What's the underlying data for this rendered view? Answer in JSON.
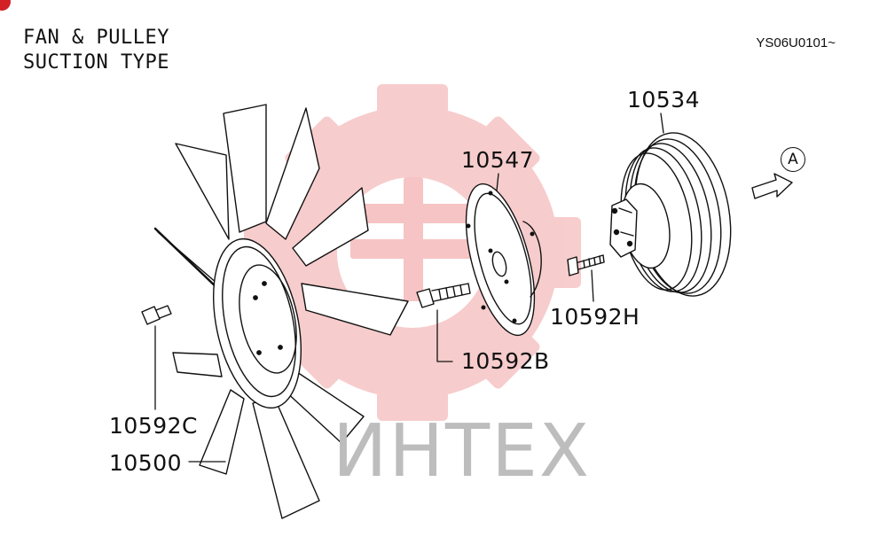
{
  "diagram": {
    "title_line1": "FAN & PULLEY",
    "title_line2": "SUCTION TYPE",
    "code": "YS06U0101~",
    "arrow_marker": "A",
    "watermark": "ИНТЕХ",
    "watermark_color": "#f3b3b3",
    "parts": [
      {
        "id": "10534"
      },
      {
        "id": "10547"
      },
      {
        "id": "10592H"
      },
      {
        "id": "10592B"
      },
      {
        "id": "10592C"
      },
      {
        "id": "10500"
      }
    ]
  }
}
